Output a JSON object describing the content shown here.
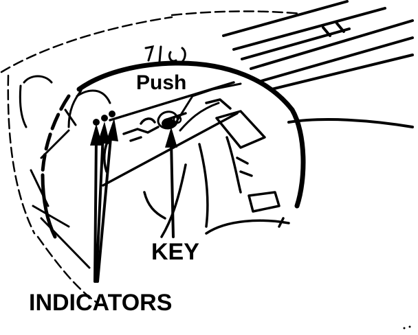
{
  "labels": {
    "push": "Push",
    "key": "KEY",
    "indicators": "INDICATORS"
  },
  "colors": {
    "ink": "#000000",
    "paper": "#ffffff"
  }
}
